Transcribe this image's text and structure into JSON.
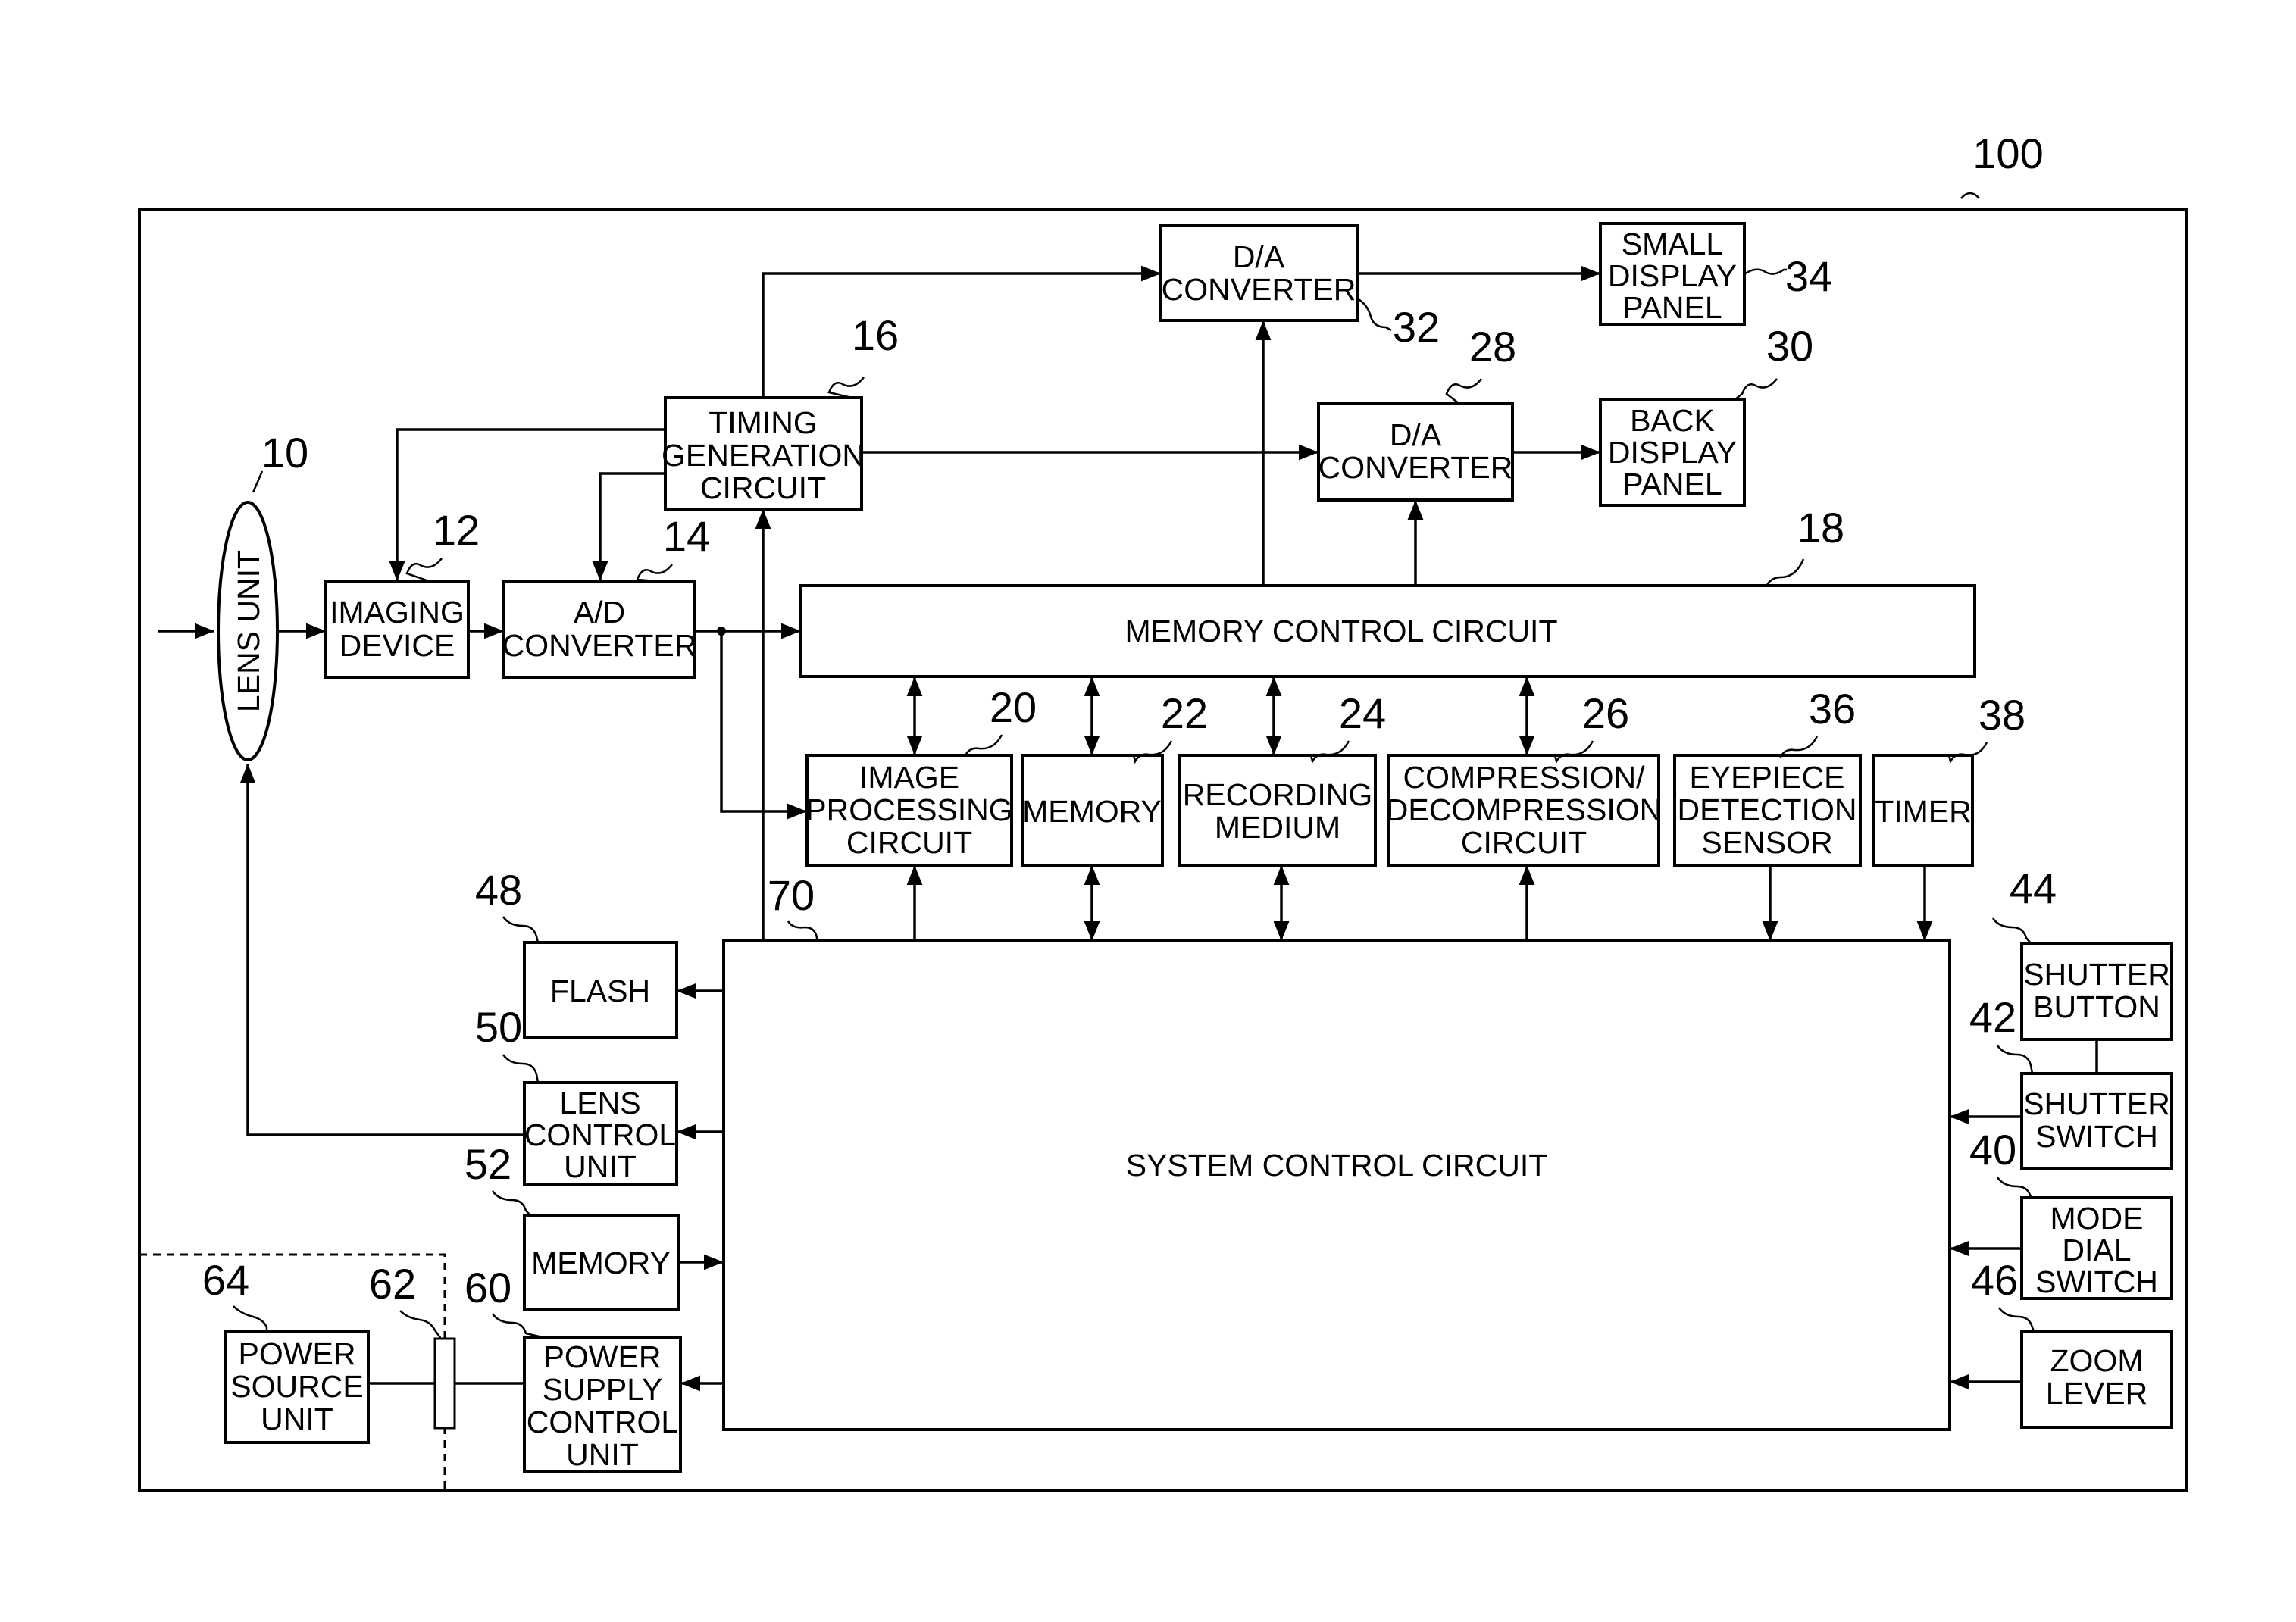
{
  "device_ref": "100",
  "blocks": {
    "lens_unit": {
      "ref": "10",
      "label": "LENS UNIT"
    },
    "imaging_device": {
      "ref": "12",
      "lines": [
        "IMAGING",
        "DEVICE"
      ]
    },
    "ad_converter": {
      "ref": "14",
      "lines": [
        "A/D",
        "CONVERTER"
      ]
    },
    "timing_generation_circuit": {
      "ref": "16",
      "lines": [
        "TIMING",
        "GENERATION",
        "CIRCUIT"
      ]
    },
    "memory_control_circuit": {
      "ref": "18",
      "label": "MEMORY CONTROL CIRCUIT"
    },
    "image_processing_circuit": {
      "ref": "20",
      "lines": [
        "IMAGE",
        "PROCESSING",
        "CIRCUIT"
      ]
    },
    "memory_22": {
      "ref": "22",
      "label": "MEMORY"
    },
    "recording_medium": {
      "ref": "24",
      "lines": [
        "RECORDING",
        "MEDIUM"
      ]
    },
    "compression_circuit": {
      "ref": "26",
      "lines": [
        "COMPRESSION/",
        "DECOMPRESSION",
        "CIRCUIT"
      ]
    },
    "da_converter_28": {
      "ref": "28",
      "lines": [
        "D/A",
        "CONVERTER"
      ]
    },
    "back_display_panel": {
      "ref": "30",
      "lines": [
        "BACK",
        "DISPLAY",
        "PANEL"
      ]
    },
    "da_converter_32": {
      "ref": "32",
      "lines": [
        "D/A",
        "CONVERTER"
      ]
    },
    "small_display_panel": {
      "ref": "34",
      "lines": [
        "SMALL",
        "DISPLAY",
        "PANEL"
      ]
    },
    "eyepiece_detection_sensor": {
      "ref": "36",
      "lines": [
        "EYEPIECE",
        "DETECTION",
        "SENSOR"
      ]
    },
    "timer": {
      "ref": "38",
      "label": "TIMER"
    },
    "mode_dial_switch": {
      "ref": "40",
      "lines": [
        "MODE",
        "DIAL",
        "SWITCH"
      ]
    },
    "shutter_switch": {
      "ref": "42",
      "lines": [
        "SHUTTER",
        "SWITCH"
      ]
    },
    "shutter_button": {
      "ref": "44",
      "lines": [
        "SHUTTER",
        "BUTTON"
      ]
    },
    "zoom_lever": {
      "ref": "46",
      "lines": [
        "ZOOM",
        "LEVER"
      ]
    },
    "flash": {
      "ref": "48",
      "label": "FLASH"
    },
    "lens_control_unit": {
      "ref": "50",
      "lines": [
        "LENS",
        "CONTROL",
        "UNIT"
      ]
    },
    "memory_52": {
      "ref": "52",
      "label": "MEMORY"
    },
    "power_supply_control_unit": {
      "ref": "60",
      "lines": [
        "POWER",
        "SUPPLY",
        "CONTROL",
        "UNIT"
      ]
    },
    "connector": {
      "ref": "62"
    },
    "power_source_unit": {
      "ref": "64",
      "lines": [
        "POWER",
        "SOURCE",
        "UNIT"
      ]
    },
    "system_control_circuit": {
      "ref": "70",
      "label": "SYSTEM CONTROL CIRCUIT"
    }
  }
}
